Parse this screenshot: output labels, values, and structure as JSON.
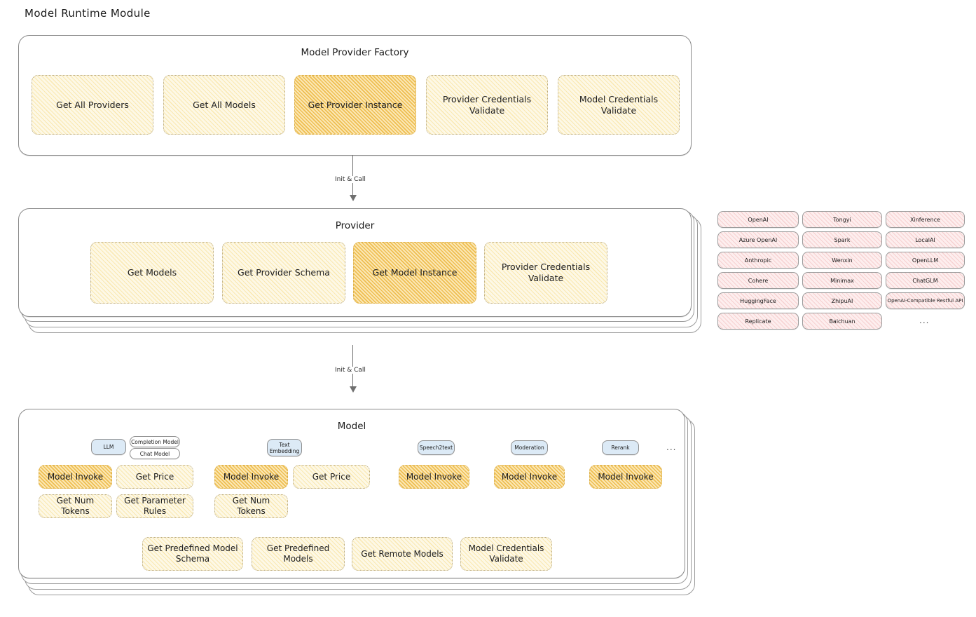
{
  "page": {
    "title": "Model Runtime Module"
  },
  "factory": {
    "title": "Model Provider Factory",
    "nodes": [
      {
        "label": "Get All Providers",
        "highlight": false
      },
      {
        "label": "Get All Models",
        "highlight": false
      },
      {
        "label": "Get Provider Instance",
        "highlight": true
      },
      {
        "label": "Provider Credentials Validate",
        "highlight": false
      },
      {
        "label": "Model Credentials Validate",
        "highlight": false
      }
    ]
  },
  "arrows": [
    {
      "label": "Init & Call"
    },
    {
      "label": "Init & Call"
    }
  ],
  "provider": {
    "title": "Provider",
    "nodes": [
      {
        "label": "Get Models",
        "highlight": false
      },
      {
        "label": "Get Provider Schema",
        "highlight": false
      },
      {
        "label": "Get Model Instance",
        "highlight": true
      },
      {
        "label": "Provider Credentials Validate",
        "highlight": false
      }
    ]
  },
  "provider_list": {
    "columns": [
      [
        "OpenAI",
        "Azure OpenAI",
        "Anthropic",
        "Cohere",
        "HuggingFace",
        "Replicate"
      ],
      [
        "Tongyi",
        "Spark",
        "Wenxin",
        "Minimax",
        "ZhipuAI",
        "Baichuan"
      ],
      [
        "Xinference",
        "LocalAI",
        "OpenLLM",
        "ChatGLM",
        "OpenAI-Compatible Restful API"
      ]
    ],
    "more": "..."
  },
  "model": {
    "title": "Model",
    "more": "...",
    "types": [
      {
        "badge": "LLM",
        "sub_badges": [
          "Completion Model",
          "Chat Model"
        ],
        "nodes": [
          {
            "label": "Model Invoke",
            "highlight": true
          },
          {
            "label": "Get Price",
            "highlight": false
          },
          {
            "label": "Get Num Tokens",
            "highlight": false
          },
          {
            "label": "Get Parameter Rules",
            "highlight": false
          }
        ]
      },
      {
        "badge": "Text Embedding",
        "sub_badges": [],
        "nodes": [
          {
            "label": "Model Invoke",
            "highlight": true
          },
          {
            "label": "Get Price",
            "highlight": false
          },
          {
            "label": "Get Num Tokens",
            "highlight": false
          }
        ]
      },
      {
        "badge": "Speech2text",
        "sub_badges": [],
        "nodes": [
          {
            "label": "Model Invoke",
            "highlight": true
          }
        ]
      },
      {
        "badge": "Moderation",
        "sub_badges": [],
        "nodes": [
          {
            "label": "Model Invoke",
            "highlight": true
          }
        ]
      },
      {
        "badge": "Rerank",
        "sub_badges": [],
        "nodes": [
          {
            "label": "Model Invoke",
            "highlight": true
          }
        ]
      }
    ],
    "common_nodes": [
      {
        "label": "Get Predefined Model Schema"
      },
      {
        "label": "Get Predefined Models"
      },
      {
        "label": "Get Remote Models"
      },
      {
        "label": "Model Credentials Validate"
      }
    ]
  }
}
